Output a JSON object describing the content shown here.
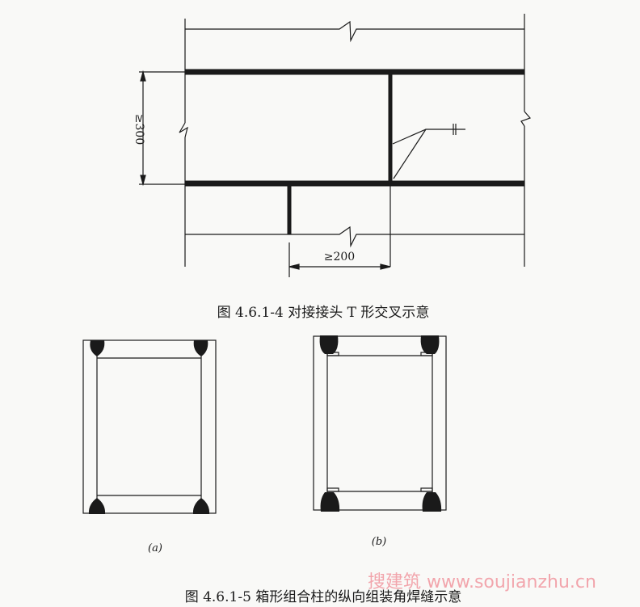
{
  "figure1": {
    "caption": "图 4.6.1-4   对接接头 T 形交叉示意",
    "dim_height": "≥300",
    "dim_offset": "≥200"
  },
  "figure2": {
    "caption": "图 4.6.1-5   箱形组合柱的纵向组装角焊缝示意",
    "label_a": "(a)",
    "label_b": "(b)"
  },
  "watermark": "搜建筑 www.soujianzhu.cn",
  "colors": {
    "ink": "#1a1a1a",
    "background": "#f9f9f7",
    "watermark": "#f08a94"
  }
}
